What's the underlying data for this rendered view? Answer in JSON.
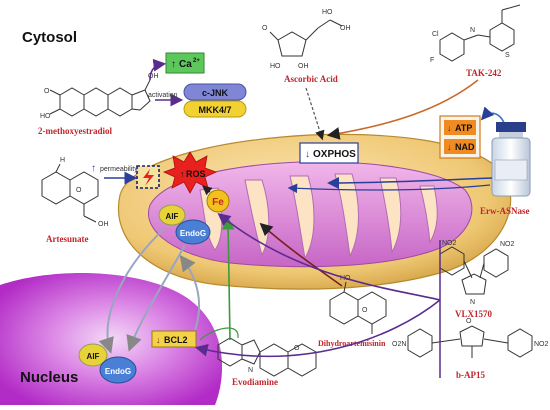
{
  "regions": {
    "cytosol": "Cytosol",
    "nucleus": "Nucleus"
  },
  "drugs": {
    "methoxyestradiol": "2-methoxyestradiol",
    "ascorbic_acid": "Ascorbic Acid",
    "tak242": "TAK-242",
    "artesunate": "Artesunate",
    "erw_asnase": "Erw-ASNase",
    "vlx1570": "VLX1570",
    "b_ap15": "b-AP15",
    "dihydroartemisinin": "Dihydroartemisinin",
    "evodiamine": "Evodiamine"
  },
  "boxes": {
    "ca": "Ca",
    "ca_sup": "2+",
    "cjnk": "c-JNK",
    "mkk": "MKK4/7",
    "oxphos": "OXPHOS",
    "atp": "ATP",
    "nad": "NAD",
    "bcl2": "BCL2"
  },
  "labels": {
    "activation": "activation",
    "permeability": "permeability",
    "ros": "ROS",
    "fe": "Fe",
    "aif": "AIF",
    "endog": "EndoG"
  },
  "arrows": {
    "up": "↑",
    "down": "↓"
  },
  "colors": {
    "nucleus": "#c63bd8",
    "mito_outer": "#e6c06a",
    "cristae": "#d98ad0",
    "ca_box": "#5cc85c",
    "jnk_box": "#7f86d6",
    "mkk_box": "#f2d233",
    "ros_star": "#e8201e",
    "fe_circle": "#f2c21a",
    "aif_circle": "#e8d23a",
    "endog_circle": "#4a7fd6",
    "atp_nad_box": "#f08a22",
    "bcl2_box": "#f3d24a",
    "label_red": "#c0262b"
  }
}
